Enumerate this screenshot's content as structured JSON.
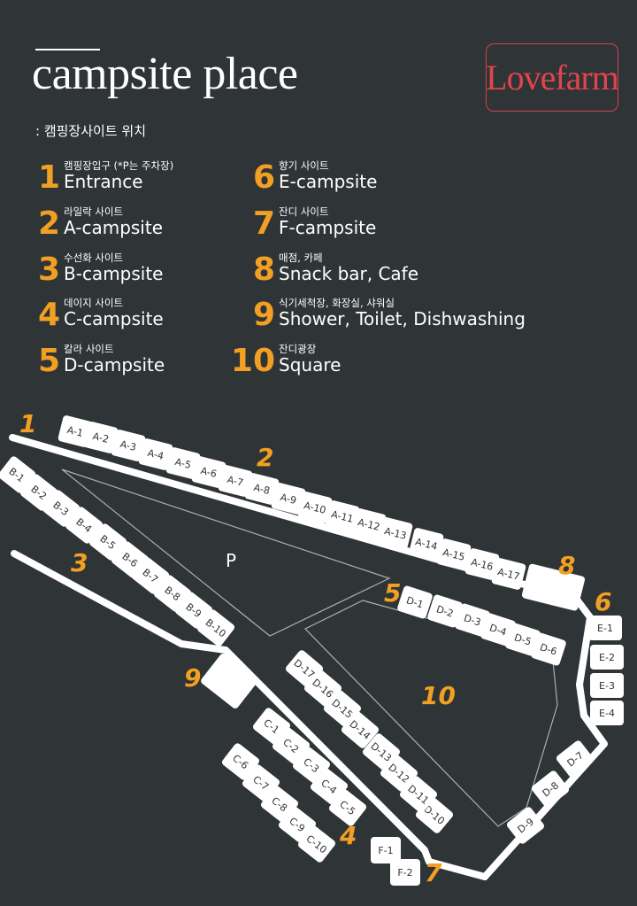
{
  "header": {
    "title": "campsite place",
    "logo": "Lovefarm",
    "subtitle": ": 캠핑장사이트 위치"
  },
  "legend": [
    {
      "num": "1",
      "kr": "캠핑장입구  (*P는 주차장)",
      "en": "Entrance"
    },
    {
      "num": "2",
      "kr": "라일락 사이트",
      "en": "A-campsite"
    },
    {
      "num": "3",
      "kr": "수선화 사이트",
      "en": "B-campsite"
    },
    {
      "num": "4",
      "kr": "데이지 사이트",
      "en": "C-campsite"
    },
    {
      "num": "5",
      "kr": "칼라 사이트",
      "en": "D-campsite"
    },
    {
      "num": "6",
      "kr": "향기 사이트",
      "en": "E-campsite"
    },
    {
      "num": "7",
      "kr": "잔디 사이트",
      "en": "F-campsite"
    },
    {
      "num": "8",
      "kr": "매점, 카페",
      "en": "Snack bar, Cafe"
    },
    {
      "num": "9",
      "kr": "식기세척장, 화장실, 샤워실",
      "en": "Shower, Toilet, Dishwashing"
    },
    {
      "num": "10",
      "kr": "잔디광장",
      "en": "Square"
    }
  ],
  "map": {
    "parking_label": "P",
    "zone_numbers": [
      "1",
      "2",
      "3",
      "4",
      "5",
      "6",
      "7",
      "8",
      "9",
      "10"
    ],
    "sites": {
      "A": [
        "A-1",
        "A-2",
        "A-3",
        "A-4",
        "A-5",
        "A-6",
        "A-7",
        "A-8",
        "A-9",
        "A-10",
        "A-11",
        "A-12",
        "A-13",
        "A-14",
        "A-15",
        "A-16",
        "A-17"
      ],
      "B": [
        "B-1",
        "B-2",
        "B-3",
        "B-4",
        "B-5",
        "B-6",
        "B-7",
        "B-8",
        "B-9",
        "B-10"
      ],
      "C": [
        "C-1",
        "C-2",
        "C-3",
        "C-4",
        "C-5",
        "C-6",
        "C-7",
        "C-8",
        "C-9",
        "C-10"
      ],
      "D": [
        "D-1",
        "D-2",
        "D-3",
        "D-4",
        "D-5",
        "D-6",
        "D-7",
        "D-8",
        "D-9",
        "D-10",
        "D-11",
        "D-12",
        "D-13",
        "D-14",
        "D-15",
        "D-16",
        "D-17"
      ],
      "E": [
        "E-1",
        "E-2",
        "E-3",
        "E-4"
      ],
      "F": [
        "F-1",
        "F-2"
      ]
    }
  }
}
